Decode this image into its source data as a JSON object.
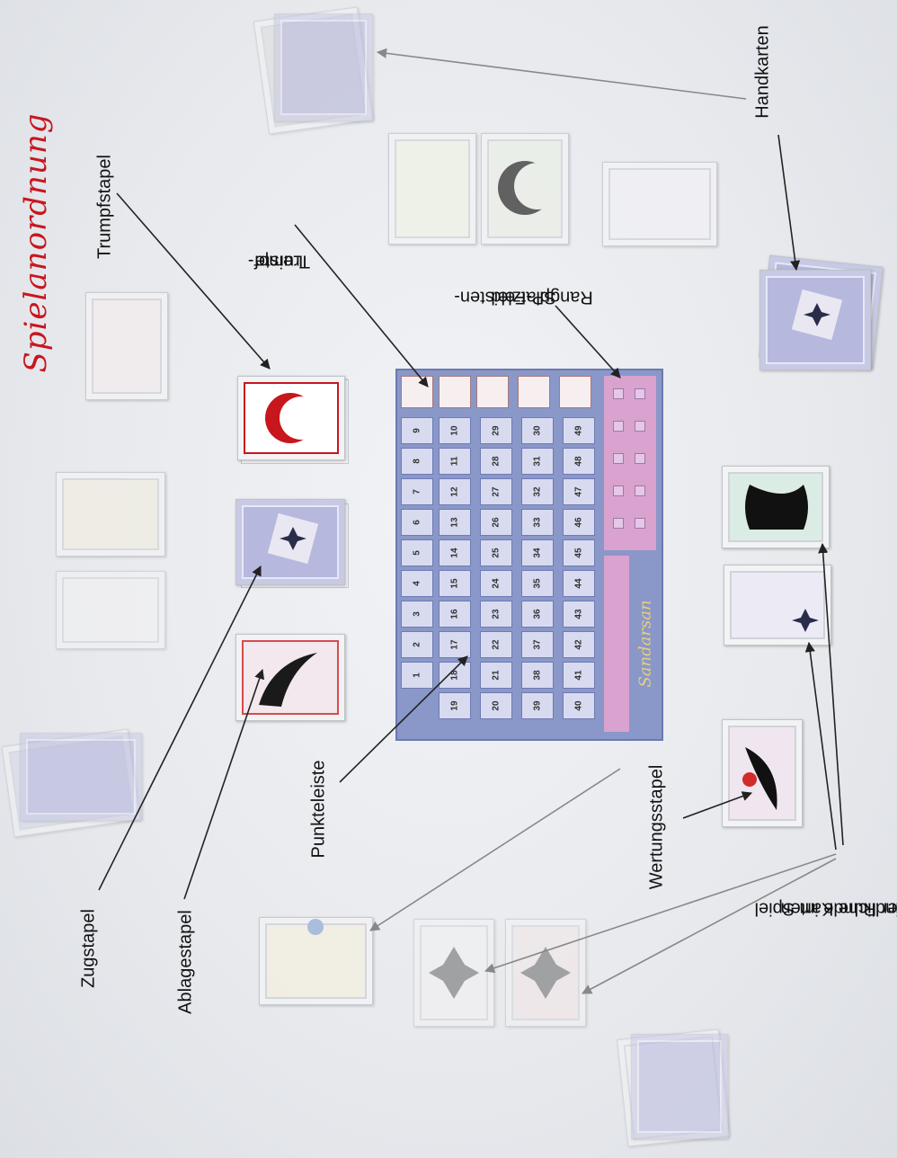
{
  "title": "Spielanordnung",
  "labels": {
    "handkarten": "Handkarten",
    "trumpfstapel": "Trumpfstapel",
    "trumpf_leiste_1": "Trumpf-",
    "trumpf_leiste_2": "Leiste",
    "rangplatz_1": "Rangplatzleisten-",
    "rangplatz_2": "SP-Feld",
    "punkteleiste": "Punkteleiste",
    "wertungsstapel": "Wertungsstapel",
    "zugstapel": "Zugstapel",
    "ablagestapel": "Ablagestapel",
    "runde_1": "In dieser Runde im Spiel",
    "runde_2": "befindliche Karten"
  },
  "board": {
    "logo": "Sandarsan",
    "score_rows": [
      [
        "19",
        "18",
        "17",
        "16",
        "15",
        "14",
        "13",
        "12",
        "11",
        "10"
      ],
      [
        "20",
        "21",
        "22",
        "23",
        "24",
        "25",
        "26",
        "27",
        "28",
        "29"
      ],
      [
        "39",
        "38",
        "37",
        "36",
        "35",
        "34",
        "33",
        "32",
        "31",
        "30"
      ],
      [
        "40",
        "41",
        "42",
        "43",
        "44",
        "45",
        "46",
        "47",
        "48",
        "49"
      ]
    ],
    "top_row": [
      "1",
      "2",
      "3",
      "4",
      "5",
      "6",
      "7",
      "8",
      "9"
    ]
  },
  "colors": {
    "accent": "#c8161d",
    "board": "#8a97c9",
    "card_back": "#b6b8de"
  }
}
